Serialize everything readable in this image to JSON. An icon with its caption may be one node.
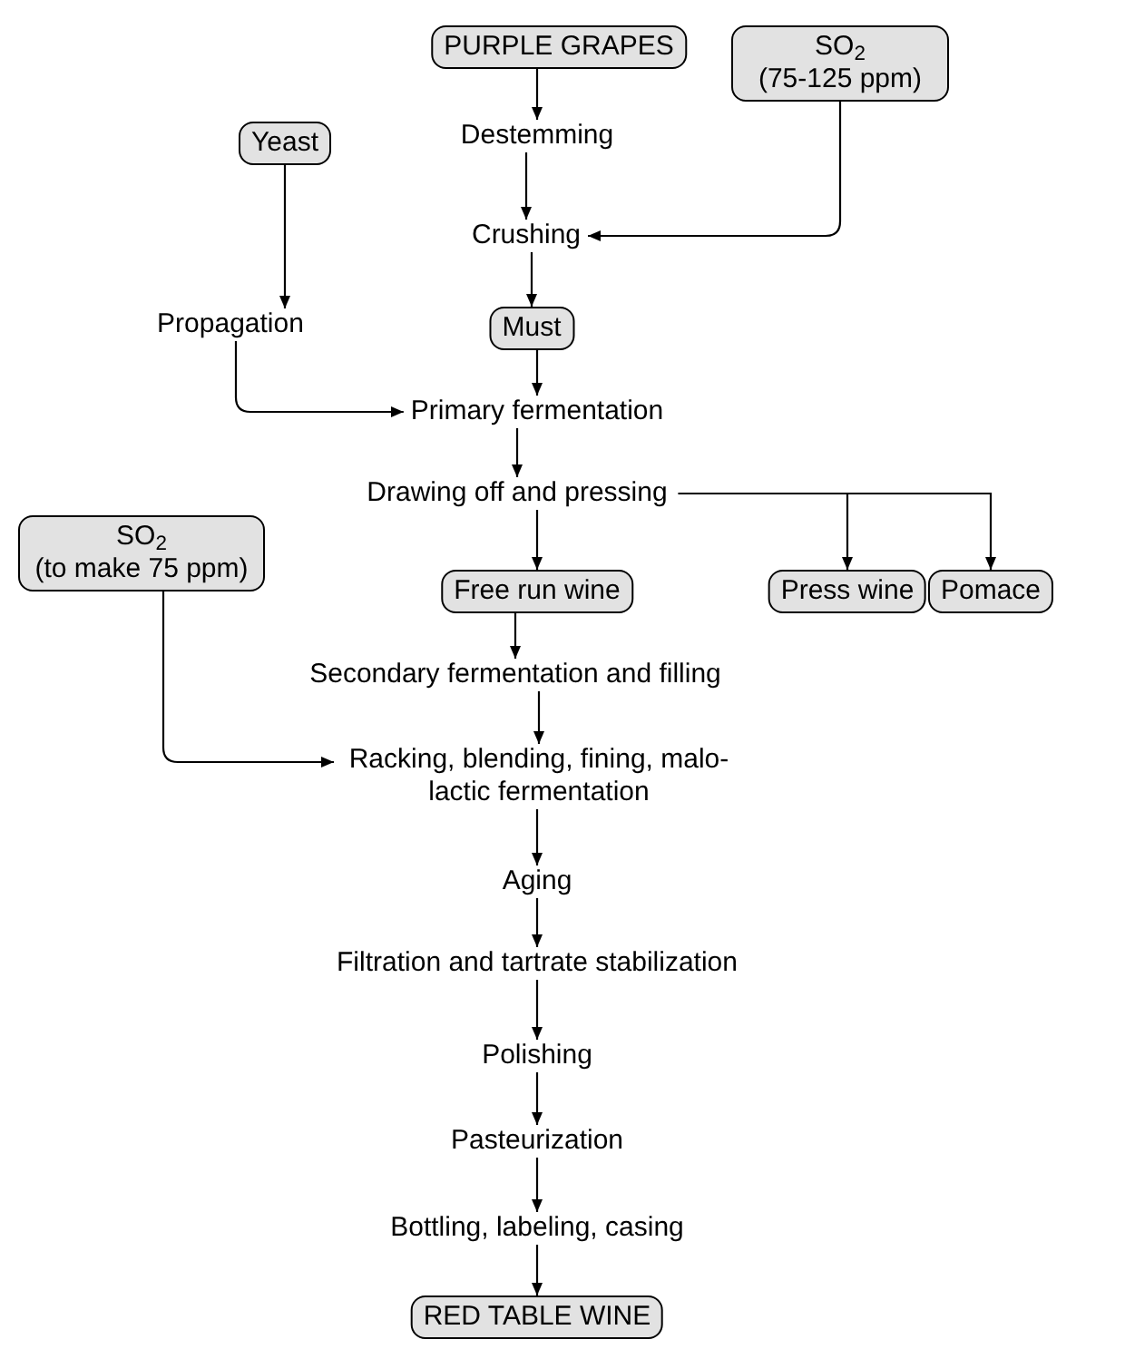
{
  "diagram": {
    "nodes": [
      {
        "text": [
          "PURPLE GRAPES"
        ]
      },
      {
        "text": [
          "SO$_{2}$",
          "(75-125 ppm)"
        ]
      },
      {
        "text": [
          "Yeast"
        ]
      },
      {
        "text": [
          "Destemming"
        ]
      },
      {
        "text": [
          "Crushing"
        ]
      },
      {
        "text": [
          "Propagation"
        ]
      },
      {
        "text": [
          "Must"
        ]
      },
      {
        "text": [
          "Primary fermentation"
        ]
      },
      {
        "text": [
          "Drawing off and pressing"
        ]
      },
      {
        "text": [
          "SO$_{2}$",
          "(to make 75 ppm)"
        ]
      },
      {
        "text": [
          "Free run wine"
        ]
      },
      {
        "text": [
          "Press wine"
        ]
      },
      {
        "text": [
          "Pomace"
        ]
      },
      {
        "text": [
          "Secondary fermentation and filling"
        ]
      },
      {
        "text": [
          "Racking, blending, fining, malo- lactic fermentation"
        ]
      },
      {
        "text": [
          "Aging"
        ]
      },
      {
        "text": [
          "Filtration and tartrate stabilization"
        ]
      },
      {
        "text": [
          "Polishing"
        ]
      },
      {
        "text": [
          "Pasteurization"
        ]
      },
      {
        "text": [
          "Bottling, labeling, casing"
        ]
      },
      {
        "text": [
          "RED TABLE WINE"
        ]
      }
    ],
    "edges": [
      {
        "from": 0,
        "to": 3,
        "arrow": "to"
      },
      {
        "from": 3,
        "to": 4,
        "arrow": "to"
      },
      {
        "from": 1,
        "to": 4,
        "arrow": "to"
      },
      {
        "from": 4,
        "to": 6,
        "arrow": "to"
      },
      {
        "from": 2,
        "to": 5,
        "arrow": "to"
      },
      {
        "from": 5,
        "to": 7,
        "arrow": "to"
      },
      {
        "from": 6,
        "to": 7,
        "arrow": "to"
      },
      {
        "from": 7,
        "to": 8,
        "arrow": "to"
      },
      {
        "from": 8,
        "to": 10,
        "arrow": "to"
      },
      {
        "from": 8,
        "to": 11,
        "arrow": "to"
      },
      {
        "from": 8,
        "to": 12,
        "arrow": "to"
      },
      {
        "from": 10,
        "to": 13,
        "arrow": "to"
      },
      {
        "from": 13,
        "to": 14,
        "arrow": "to"
      },
      {
        "from": 9,
        "to": 14,
        "arrow": "to"
      },
      {
        "from": 14,
        "to": 15,
        "arrow": "to"
      },
      {
        "from": 15,
        "to": 16,
        "arrow": "to"
      },
      {
        "from": 16,
        "to": 17,
        "arrow": "to"
      },
      {
        "from": 17,
        "to": 18,
        "arrow": "to"
      },
      {
        "from": 18,
        "to": 19,
        "arrow": "to"
      },
      {
        "from": 19,
        "to": 20,
        "arrow": "to"
      }
    ]
  }
}
